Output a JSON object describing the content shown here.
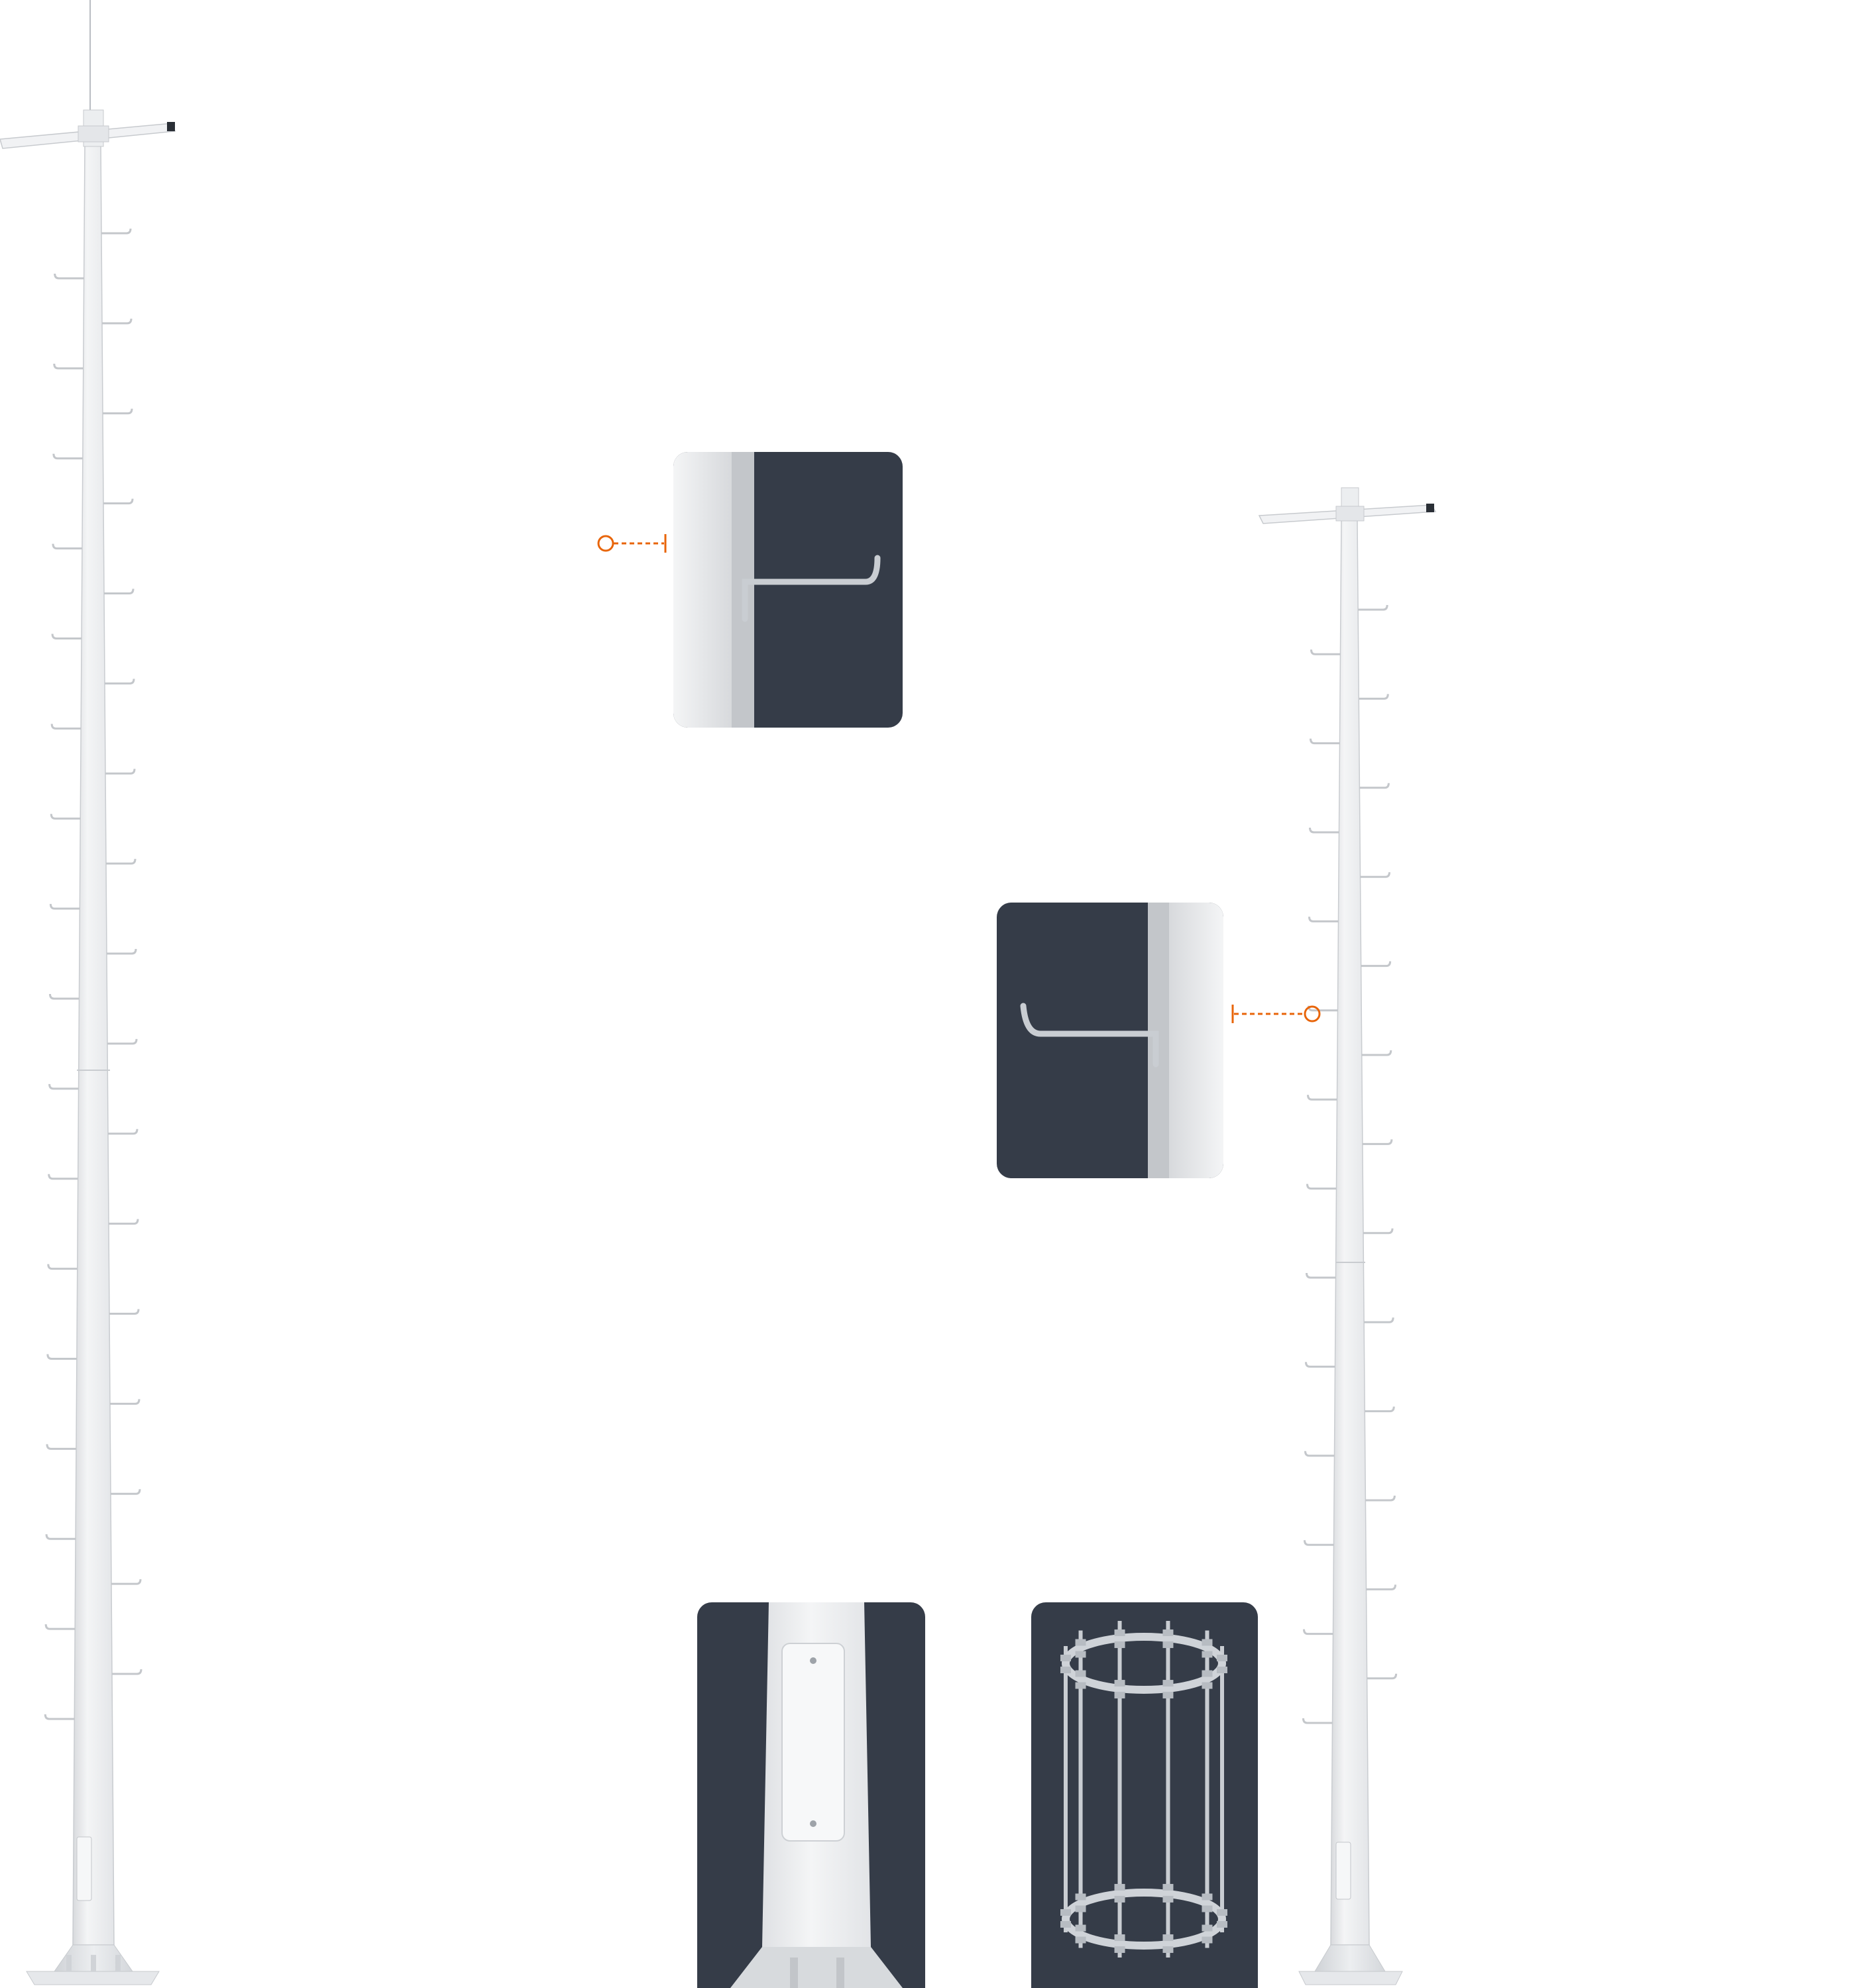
{
  "scene": {
    "subject": "",
    "colors": {
      "background": "#ffffff",
      "panel": "#353c48",
      "pole": "#eeeff0",
      "pole_shade": "#d9dbde",
      "callout": "#e8650a",
      "metal": "#c9cdd2"
    }
  },
  "tall_pole": {
    "step_count_left": 17,
    "step_count_right": 17
  },
  "short_pole": {
    "step_count_left": 13,
    "step_count_right": 13
  },
  "details": [
    {
      "id": "step-hook-left",
      "icon": "step-hook-icon"
    },
    {
      "id": "step-hook-right",
      "icon": "step-hook-icon"
    },
    {
      "id": "inspection-door",
      "icon": "access-door-icon"
    },
    {
      "id": "anchor-cage",
      "icon": "anchor-bolt-cage-icon"
    }
  ]
}
